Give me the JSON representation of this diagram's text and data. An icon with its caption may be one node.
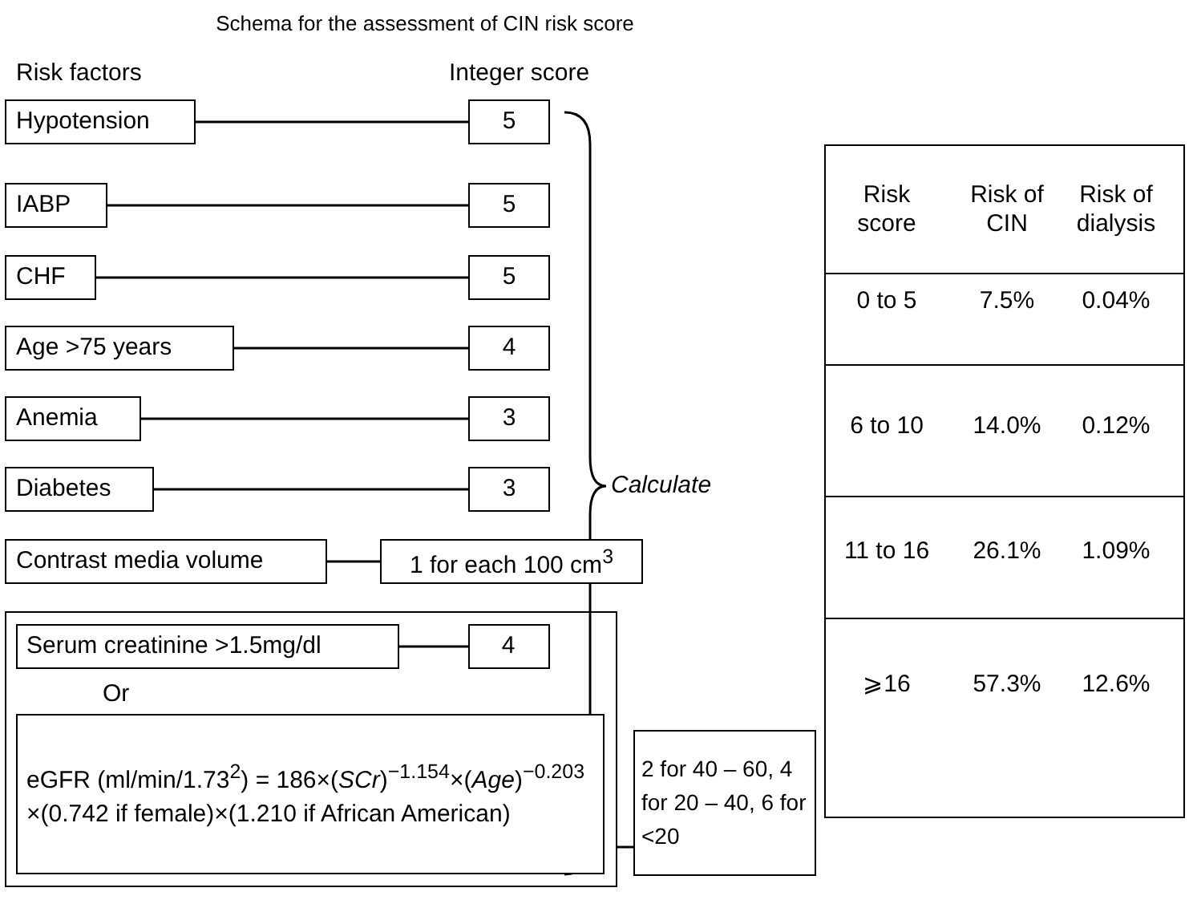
{
  "diagram": {
    "title": "Schema for the assessment of CIN risk score",
    "nodes": [
      {
        "text": [
          "Hypotension"
        ]
      },
      {
        "text": [
          "5"
        ]
      },
      {
        "text": [
          "IABP"
        ]
      },
      {
        "text": [
          "5"
        ]
      },
      {
        "text": [
          "CHF"
        ]
      },
      {
        "text": [
          "5"
        ]
      },
      {
        "text": [
          "Age >75 years"
        ]
      },
      {
        "text": [
          "4"
        ]
      },
      {
        "text": [
          "Anemia"
        ]
      },
      {
        "text": [
          "3"
        ]
      },
      {
        "text": [
          "Diabetes"
        ]
      },
      {
        "text": [
          "3"
        ]
      },
      {
        "text": [
          "Contrast media volume"
        ]
      },
      {
        "text": [
          "1 for each 100 cm$^{3}$"
        ]
      },
      {
        "text": [
          "Or"
        ]
      },
      {
        "text": [
          "Serum creatinine >1.5mg/dl"
        ],
        "in": 14
      },
      {
        "text": [
          "4"
        ],
        "in": 14
      },
      {
        "text": [
          "eGFR (ml/min/1.73$^{2}$) = 186×(*SCr*)$^{−1.154}$×(*Age*)$^{−0.203}$ ×(0.742 if female)×(1.210 if African American)"
        ],
        "in": 14
      },
      {
        "text": [
          "2 for 40 – 60, 4 for 20 – 40, 6  for <20"
        ]
      }
    ],
    "edges": [
      {
        "from": 0,
        "to": 1,
        "arrow": "none"
      },
      {
        "from": 2,
        "to": 3,
        "arrow": "none"
      },
      {
        "from": 4,
        "to": 5,
        "arrow": "none"
      },
      {
        "from": 6,
        "to": 7,
        "arrow": "none"
      },
      {
        "from": 8,
        "to": 9,
        "arrow": "none"
      },
      {
        "from": 10,
        "to": 11,
        "arrow": "none"
      },
      {
        "from": 12,
        "to": 13,
        "arrow": "none"
      },
      {
        "from": 15,
        "to": 16,
        "arrow": "none"
      },
      {
        "from": 14,
        "to": 18,
        "arrow": "none"
      }
    ],
    "labels": [
      "Risk factors",
      "Integer score",
      "Calculate",
      "Risk score",
      "Risk of CIN",
      "Risk of dialysis",
      "0 to 5",
      "7.5%",
      "0.04%",
      "6 to 10",
      "14.0%",
      "0.12%",
      "11 to 16",
      "26.1%",
      "1.09%",
      "⩾16",
      "57.3%",
      "12.6%"
    ]
  }
}
